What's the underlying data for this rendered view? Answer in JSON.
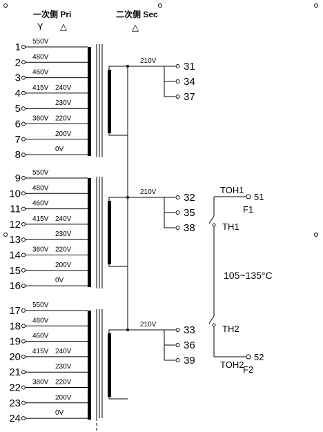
{
  "header": {
    "primary_title": "一次侧 Pri",
    "primary_conn_y": "Y",
    "primary_conn_delta": "△",
    "secondary_title": "二次侧 Sec",
    "secondary_conn_delta": "△"
  },
  "primary_groups": [
    {
      "terminals": [
        "1",
        "2",
        "3",
        "4",
        "5",
        "6",
        "7",
        "8"
      ],
      "left_labels": [
        "550V",
        "480V",
        "460V",
        "415V",
        "",
        "380V",
        "",
        ""
      ],
      "right_labels": [
        "",
        "",
        "",
        "240V",
        "230V",
        "220V",
        "200V",
        "0V"
      ]
    },
    {
      "terminals": [
        "9",
        "10",
        "11",
        "12",
        "13",
        "14",
        "15",
        "16"
      ],
      "left_labels": [
        "550V",
        "480V",
        "460V",
        "415V",
        "",
        "380V",
        "",
        ""
      ],
      "right_labels": [
        "",
        "",
        "",
        "240V",
        "230V",
        "220V",
        "200V",
        "0V"
      ]
    },
    {
      "terminals": [
        "17",
        "18",
        "19",
        "20",
        "21",
        "22",
        "23",
        "24"
      ],
      "left_labels": [
        "550V",
        "480V",
        "460V",
        "415V",
        "",
        "380V",
        "",
        ""
      ],
      "right_labels": [
        "",
        "",
        "",
        "240V",
        "230V",
        "220V",
        "200V",
        "0V"
      ]
    }
  ],
  "secondary_groups": [
    {
      "voltage": "210V",
      "terminals": [
        "31",
        "34",
        "37"
      ]
    },
    {
      "voltage": "210V",
      "terminals": [
        "32",
        "35",
        "38"
      ]
    },
    {
      "voltage": "210V",
      "terminals": [
        "33",
        "36",
        "39"
      ]
    }
  ],
  "thermal": {
    "top_wire_label": "TOH1",
    "top_terminal": "51",
    "top_fuse": "F1",
    "switch1_label": "TH1",
    "temperature_range": "105~135°C",
    "switch2_label": "TH2",
    "bottom_wire_label": "TOH2",
    "bottom_terminal": "52",
    "bottom_fuse": "F2"
  },
  "colors": {
    "line": "#000000",
    "background": "#ffffff"
  }
}
